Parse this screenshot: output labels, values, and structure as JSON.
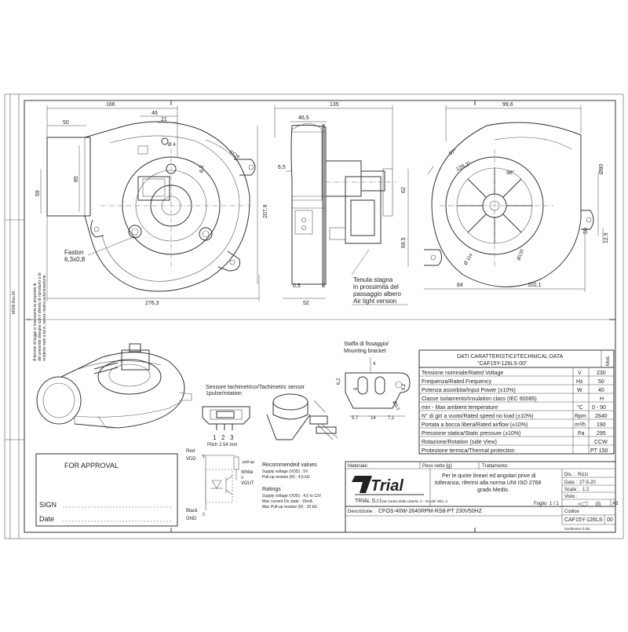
{
  "front_view": {
    "dims": [
      "166",
      "46",
      "21",
      "50",
      "59",
      "85",
      "8,2",
      "Ø 4",
      "207,9",
      "276,3"
    ],
    "rotation_label": "CCW",
    "faston_label": "Faston",
    "faston_size": "6,3x0,8"
  },
  "side_view": {
    "dims": [
      "135",
      "46,5",
      "6,5",
      "0,5",
      "52"
    ],
    "airtight_note": [
      "Tenuta stagna",
      "in prossimità del",
      "passaggio albero",
      "Air tight version"
    ]
  },
  "right_view": {
    "dims": [
      "99,6",
      "67°",
      "128,2°",
      "98°",
      "Ø80",
      "62",
      "69,5",
      "Ø 114",
      "Ø120",
      "84",
      "102,1",
      "50",
      "12,9"
    ]
  },
  "revision_code": "M006.Rev.00",
  "copyright_note": [
    "A termini di legge ci riserviamo la proprietà di",
    "del presente disegno con il divieto di riprodurlo o di",
    "renderlo noto a terzi, senza nostra autorizzazione."
  ],
  "bracket": {
    "title": [
      "Staffa di fissaggio/",
      "Mounting bracket"
    ],
    "dims": [
      "4",
      "6,2",
      "5",
      "9,2",
      "5,7",
      "14",
      "7,1",
      "Ø3,1"
    ]
  },
  "tach_sensor": {
    "title": [
      "Sensore tachimetrico/Tachimetric sensor",
      "1pulse/rotation"
    ],
    "pin_numbers": [
      "1",
      "2",
      "3"
    ],
    "pitch": "Pitch 2.54 mm",
    "wires": {
      "red": "Red",
      "vdd": "VDD",
      "pullup": "pull-up",
      "white": "White",
      "vout": "VOUT",
      "black": "Black",
      "gnd": "GND"
    },
    "recommended_title": "Recommended values",
    "recommended": [
      "Supply voltage (VDD) : 5V",
      "Pull-up resistor (R)       : 4,5 kΩ"
    ],
    "ratings_title": "Ratings",
    "ratings": [
      "Supply voltage (VDD) : 4,5 to 12V",
      "Max current On state  : 15mA",
      "Max Pull-up resistor (R) : 20 kΩ"
    ]
  },
  "approval": {
    "title": "FOR APPROVAL",
    "sign": "SIGN",
    "date": "Date"
  },
  "tech_data": {
    "mod_label": "Mod.",
    "title": "DATI CARATTERISTICI/TECHNICAL DATA",
    "model": "\"CAF15Y-126LS-00\"",
    "rows": [
      {
        "label": "Tensione  nominale/Rated Voltage",
        "unit": "V",
        "value": "230"
      },
      {
        "label": "Frequenza/Rated Frequency",
        "unit": "Hz",
        "value": "50"
      },
      {
        "label": "Potenza assorbita/Input Power (±10%)",
        "unit": "W",
        "value": "40"
      },
      {
        "label": "Classe isolamento/Insulation class (IEC 60085)",
        "unit": "",
        "value": "H"
      },
      {
        "label": "min - Max ambient temperature",
        "unit": "°C",
        "value": "0 - 90"
      },
      {
        "label": "N° di giri a vuoto/Rated speed no load (±10%)",
        "unit": "Rpm",
        "value": "2640"
      },
      {
        "label": "Portata a bocca libera/Rated airflow (±10%)",
        "unit": "m³/h",
        "value": "190"
      },
      {
        "label": "Pressione statica/Static pressure (±10%)",
        "unit": "Pa",
        "value": "295"
      },
      {
        "label": "Rotazione/Rotation (side View)",
        "unit": "",
        "value": "CCW"
      },
      {
        "label": "Protezione termica/Thermal protection",
        "unit": "",
        "value": "PT 150"
      }
    ]
  },
  "title_block": {
    "material_label": "Materiale:",
    "weight_label": "Peso netto [g]:",
    "treatment_label": "Trattamento:",
    "brand": "Trial",
    "company": "TRIAL S.r.l.",
    "company_address": "Via Caduti della Libertà, 3 - Vio del Villa, 3",
    "tolerance_note": [
      "Per le quote lineari ed angolari prive di",
      "tolleranza, riferirsi alla norma UNI ISO 2768",
      "grado Medio."
    ],
    "dis_label": "Dis. :",
    "dis_value": "Rizzi",
    "date_label": "Data :",
    "date_value": "27-5-20",
    "scale_label": "Scala :",
    "scale_value": "1:2",
    "visto_label": "Visto :",
    "format": "A3",
    "sheet_label": "Foglio",
    "sheet_value": "1  /  1",
    "description_label": "Descrizione :",
    "description_value": "CFOS-40W-2640RPM-RS8-PT   230V50HZ",
    "code_label": "Codice",
    "code_value": "CAF15Y-126LS",
    "rev_value": "00",
    "sub_note": "Sostituisce il dis."
  }
}
